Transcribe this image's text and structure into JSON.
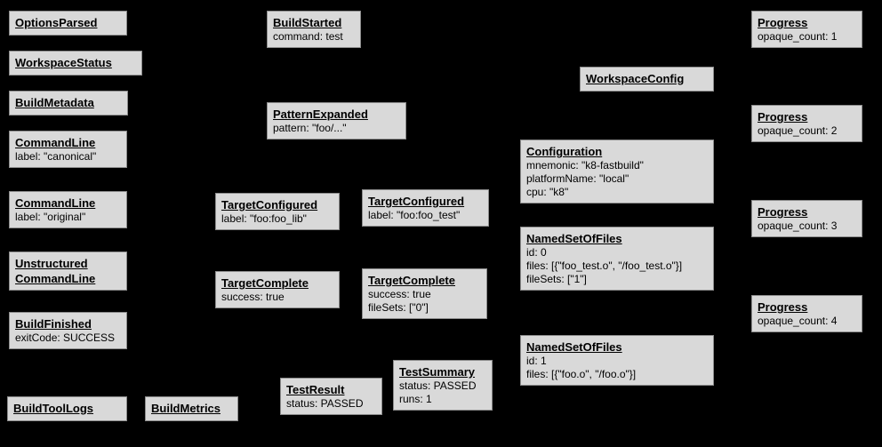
{
  "colors": {
    "background": "#000000",
    "node_fill": "#d9d9d9",
    "node_border": "#8c8c8c",
    "text": "#000000"
  },
  "nodes": {
    "optionsParsed": {
      "title": "OptionsParsed",
      "lines": []
    },
    "workspaceStatus": {
      "title": "WorkspaceStatus",
      "lines": []
    },
    "buildMetadata": {
      "title": "BuildMetadata",
      "lines": []
    },
    "commandLineCanonical": {
      "title": "CommandLine",
      "lines": [
        "label: \"canonical\""
      ]
    },
    "commandLineOriginal": {
      "title": "CommandLine",
      "lines": [
        "label: \"original\""
      ]
    },
    "unstructuredCommandLine": {
      "title_line1": "Unstructured",
      "title_line2": "CommandLine",
      "lines": []
    },
    "buildFinished": {
      "title": "BuildFinished",
      "lines": [
        "exitCode: SUCCESS"
      ]
    },
    "buildToolLogs": {
      "title": "BuildToolLogs",
      "lines": []
    },
    "buildMetrics": {
      "title": "BuildMetrics",
      "lines": []
    },
    "buildStarted": {
      "title": "BuildStarted",
      "lines": [
        "command: test"
      ]
    },
    "patternExpanded": {
      "title": "PatternExpanded",
      "lines": [
        "pattern: \"foo/...\""
      ]
    },
    "targetConfiguredLib": {
      "title": "TargetConfigured",
      "lines": [
        "label: \"foo:foo_lib\""
      ]
    },
    "targetConfiguredTest": {
      "title": "TargetConfigured",
      "lines": [
        "label: \"foo:foo_test\""
      ]
    },
    "targetCompleteLib": {
      "title": "TargetComplete",
      "lines": [
        "success: true"
      ]
    },
    "targetCompleteTest": {
      "title": "TargetComplete",
      "lines": [
        "success: true",
        "fileSets: [\"0\"]"
      ]
    },
    "testResult": {
      "title": "TestResult",
      "lines": [
        "status: PASSED"
      ]
    },
    "testSummary": {
      "title": "TestSummary",
      "lines": [
        "status: PASSED",
        "runs: 1"
      ]
    },
    "workspaceConfig": {
      "title": "WorkspaceConfig",
      "lines": []
    },
    "configuration": {
      "title": "Configuration",
      "lines": [
        "mnemonic: \"k8-fastbuild\"",
        "platformName: \"local\"",
        "cpu: \"k8\""
      ]
    },
    "namedSetOfFiles0": {
      "title": "NamedSetOfFiles",
      "lines": [
        "id: 0",
        "files: [{\"foo_test.o\", \"/foo_test.o\"}]",
        "fileSets: [\"1\"]"
      ]
    },
    "namedSetOfFiles1": {
      "title": "NamedSetOfFiles",
      "lines": [
        "id: 1",
        "files: [{\"foo.o\", \"/foo.o\"}]"
      ]
    },
    "progress1": {
      "title": "Progress",
      "lines": [
        "opaque_count: 1"
      ]
    },
    "progress2": {
      "title": "Progress",
      "lines": [
        "opaque_count: 2"
      ]
    },
    "progress3": {
      "title": "Progress",
      "lines": [
        "opaque_count: 3"
      ]
    },
    "progress4": {
      "title": "Progress",
      "lines": [
        "opaque_count: 4"
      ]
    }
  }
}
